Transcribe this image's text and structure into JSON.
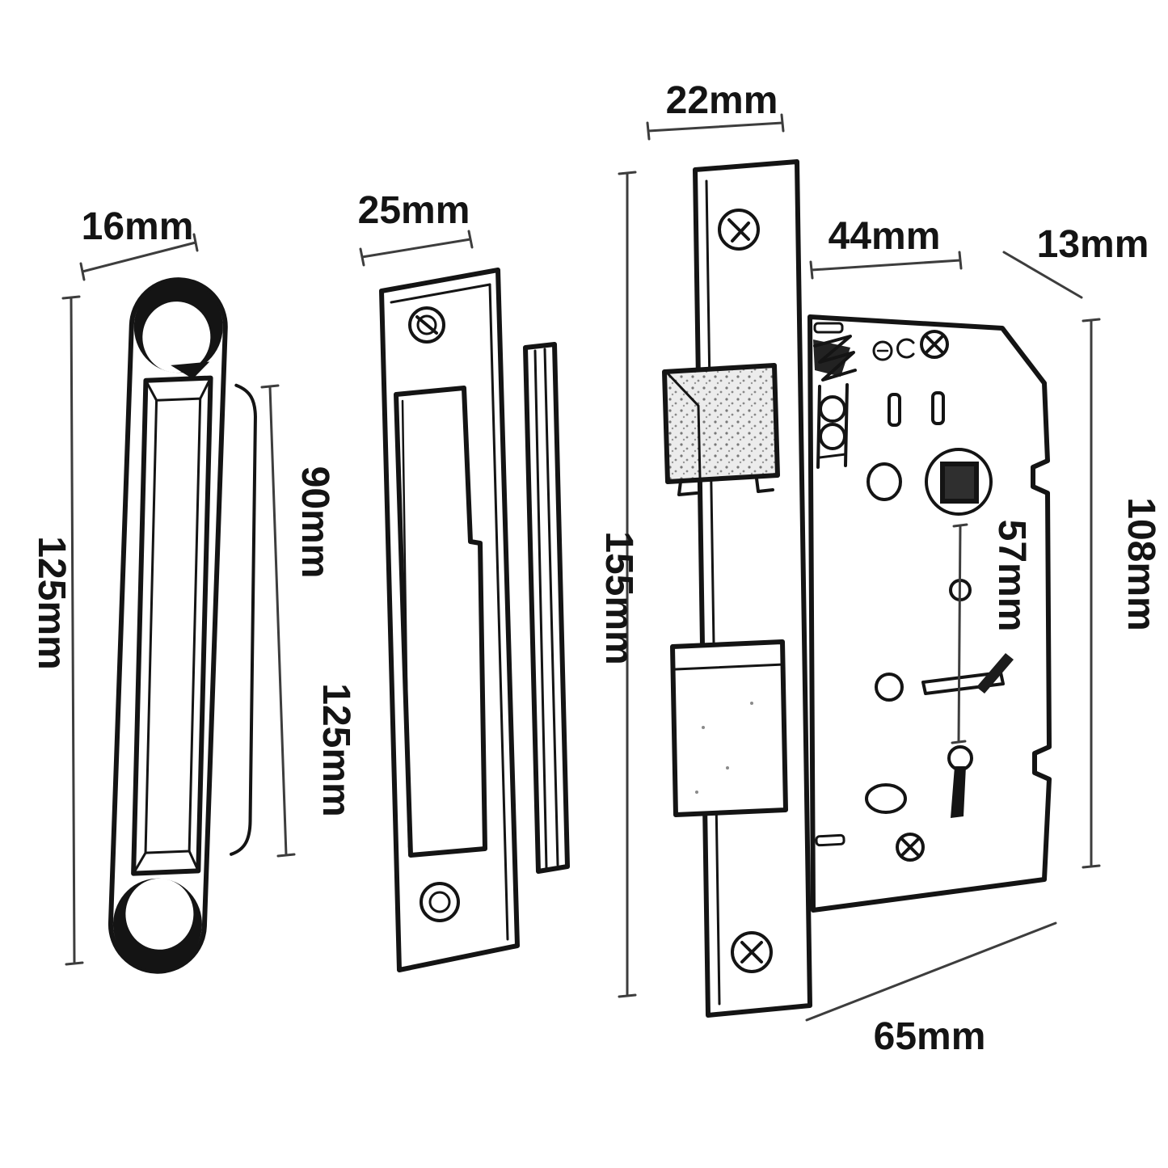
{
  "colors": {
    "ink": "#141414",
    "dimension_line": "#3d3d3d",
    "background": "#ffffff"
  },
  "labels": {
    "keep_width": "16mm",
    "keep_length": "125mm",
    "keep_inner_length": "90mm",
    "keep_outer_length": "125mm",
    "strike_width": "25mm",
    "faceplate_width": "22mm",
    "backset": "44mm",
    "case_corner": "13mm",
    "faceplate_length": "155mm",
    "spindle_to_keyhole": "57mm",
    "case_height": "108mm",
    "case_depth": "65mm"
  }
}
